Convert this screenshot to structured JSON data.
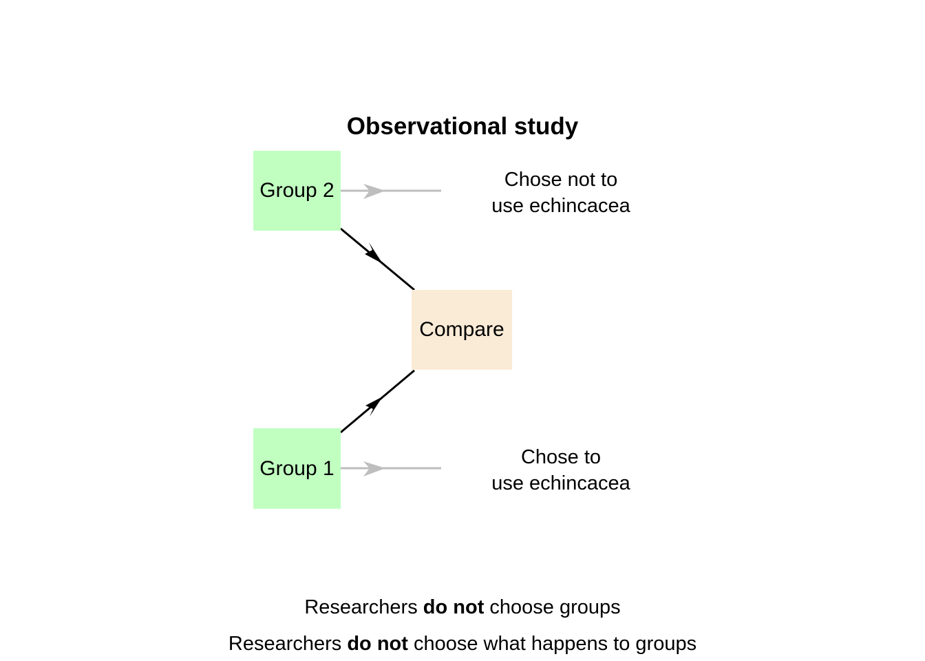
{
  "title": "Observational study",
  "nodes": {
    "group2": {
      "label": "Group 2",
      "color": "#c1ffc1"
    },
    "group1": {
      "label": "Group 1",
      "color": "#c1ffc1"
    },
    "compare": {
      "label": "Compare",
      "color": "#faebd7"
    }
  },
  "annotations": {
    "group2": {
      "line1": "Chose not to",
      "line2": "use echincacea"
    },
    "group1": {
      "line1": "Chose to",
      "line2": "use echincacea"
    }
  },
  "edges": [
    {
      "from": "group2",
      "to": "compare",
      "color": "#000000"
    },
    {
      "from": "group1",
      "to": "compare",
      "color": "#000000"
    },
    {
      "from": "group2",
      "to": "annotation-group2",
      "color": "#bebebe"
    },
    {
      "from": "group1",
      "to": "annotation-group1",
      "color": "#bebebe"
    }
  ],
  "footer": {
    "line1": {
      "pre": "Researchers ",
      "bold": "do not",
      "post": " choose groups"
    },
    "line2": {
      "pre": "Researchers ",
      "bold": "do not",
      "post": " choose what happens to groups"
    }
  }
}
